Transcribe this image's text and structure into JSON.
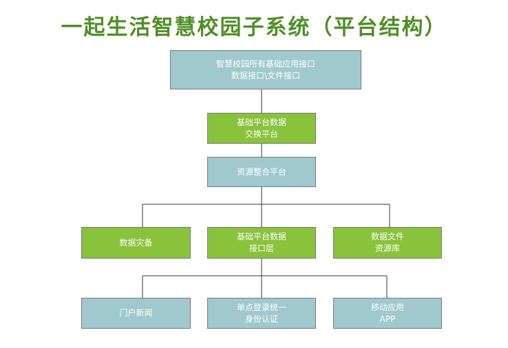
{
  "title": "一起生活智慧校园子系统（平台结构）",
  "nodes": {
    "top": [
      "智慧校园所有基础应用接口",
      "数据接口\\文件接口"
    ],
    "exchange": [
      "基础平台数据",
      "交换平台"
    ],
    "integrate": [
      "资源整合平台"
    ],
    "backup": [
      "数据灾备"
    ],
    "interface": [
      "基础平台数据",
      "接口层"
    ],
    "files": [
      "数据文件",
      "资源库"
    ],
    "portal": [
      "门户新闻"
    ],
    "sso": [
      "单点登录统一",
      "身份认证"
    ],
    "mobile": [
      "移动应用",
      "APP"
    ]
  },
  "colors": {
    "title": "#4f8f25",
    "teal": "#9fc9cd",
    "green": "#89c23b",
    "line": "#333333"
  }
}
